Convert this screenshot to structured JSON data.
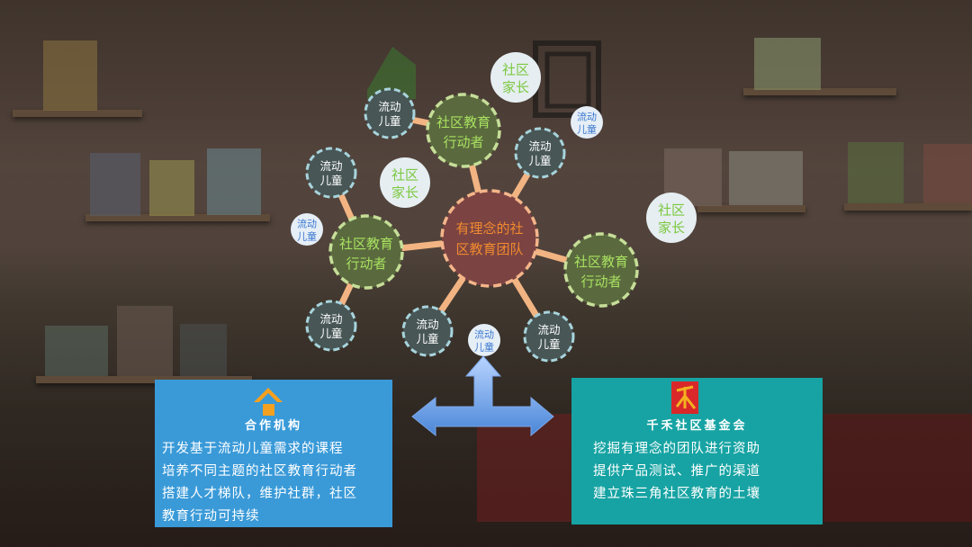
{
  "center": {
    "line1": "有理念的社",
    "line2": "区教育团队"
  },
  "actors": [
    {
      "line1": "社区教育",
      "line2": "行动者"
    },
    {
      "line1": "社区教育",
      "line2": "行动者"
    },
    {
      "line1": "社区教育",
      "line2": "行动者"
    }
  ],
  "children": [
    {
      "line1": "流动",
      "line2": "儿童"
    },
    {
      "line1": "流动",
      "line2": "儿童"
    },
    {
      "line1": "流动",
      "line2": "儿童"
    },
    {
      "line1": "流动",
      "line2": "儿童"
    },
    {
      "line1": "流动",
      "line2": "儿童"
    },
    {
      "line1": "流动",
      "line2": "儿童"
    }
  ],
  "parents": [
    {
      "line1": "社区",
      "line2": "家长"
    },
    {
      "line1": "社区",
      "line2": "家长"
    },
    {
      "line1": "社区",
      "line2": "家长"
    }
  ],
  "small_children": [
    {
      "line1": "流动",
      "line2": "儿童"
    },
    {
      "line1": "流动",
      "line2": "儿童"
    },
    {
      "line1": "流动",
      "line2": "儿童"
    }
  ],
  "partner": {
    "icon": "house-icon",
    "title": "合作机构",
    "lines": [
      "开发基于流动儿童需求的课程",
      "培养不同主题的社区教育行动者",
      "搭建人才梯队，维护社群，社区",
      "教育行动可持续"
    ],
    "color": "#3a9ad8"
  },
  "foundation": {
    "icon": "foundation-logo-icon",
    "title": "千禾社区基金会",
    "lines": [
      "挖掘有理念的团队进行资助",
      "提供产品测试、推广的渠道",
      "建立珠三角社区教育的土壤"
    ],
    "color": "#17a3a3"
  }
}
